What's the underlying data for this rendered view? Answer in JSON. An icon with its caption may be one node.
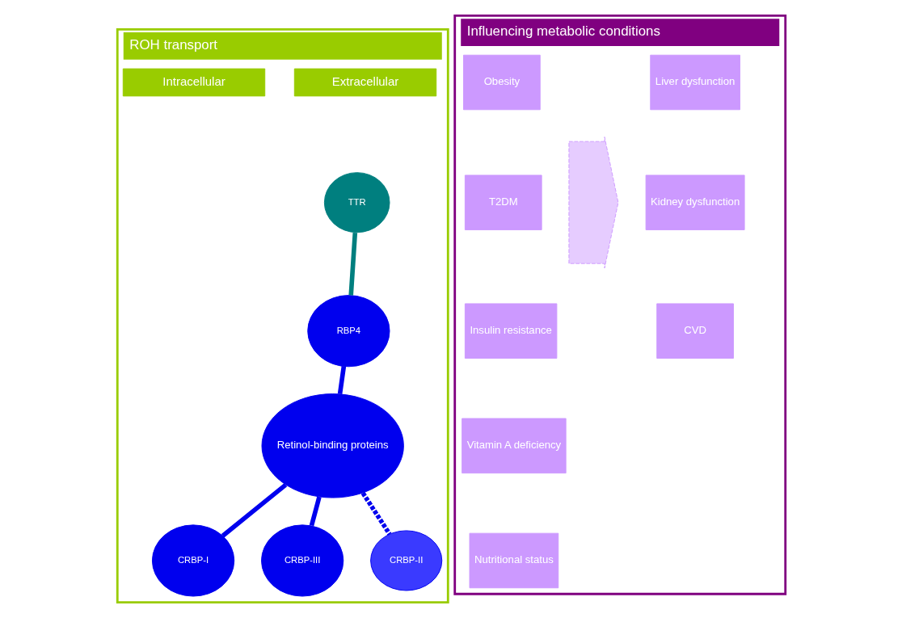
{
  "diagram": {
    "nodes": [
      {
        "text": [
          "ROH transport"
        ]
      },
      {
        "text": [
          "Extracellular"
        ],
        "in": 0
      },
      {
        "text": [
          "Intracellular"
        ],
        "in": 0
      },
      {
        "text": [
          "TTR"
        ],
        "in": 0
      },
      {
        "text": [
          "RBP4"
        ],
        "in": 0
      },
      {
        "text": [
          "Retinol-binding proteins"
        ],
        "in": 0
      },
      {
        "text": [
          "CRBP-I"
        ],
        "in": 0
      },
      {
        "text": [
          "CRBP-III"
        ],
        "in": 0
      },
      {
        "text": [
          "CRBP-II"
        ],
        "in": 0
      },
      {
        "text": [
          "Influencing metabolic conditions"
        ]
      },
      {
        "text": [
          "Obesity"
        ],
        "in": 9
      },
      {
        "text": [
          "T2DM"
        ],
        "in": 9
      },
      {
        "text": [
          "Insulin resistance"
        ],
        "in": 9
      },
      {
        "text": [],
        "shape": "chevron",
        "in": 9
      },
      {
        "text": [
          "Liver dysfunction"
        ],
        "in": 9
      },
      {
        "text": [
          "Kidney dysfunction"
        ],
        "in": 9
      },
      {
        "text": [
          "CVD"
        ],
        "in": 9
      },
      {
        "text": [
          "Vitamin A deficiency"
        ],
        "in": 9
      },
      {
        "text": [
          "Nutritional status"
        ],
        "in": 9
      }
    ],
    "edges": [
      {
        "from": 3,
        "to": 4,
        "arrow": "none",
        "color": "#007f7f"
      },
      {
        "from": 4,
        "to": 5,
        "arrow": "none"
      },
      {
        "from": 5,
        "to": 6,
        "arrow": "none"
      },
      {
        "from": 5,
        "to": 7,
        "arrow": "none"
      },
      {
        "from": 5,
        "to": 8,
        "arrow": "none",
        "style": "dashed"
      }
    ]
  }
}
